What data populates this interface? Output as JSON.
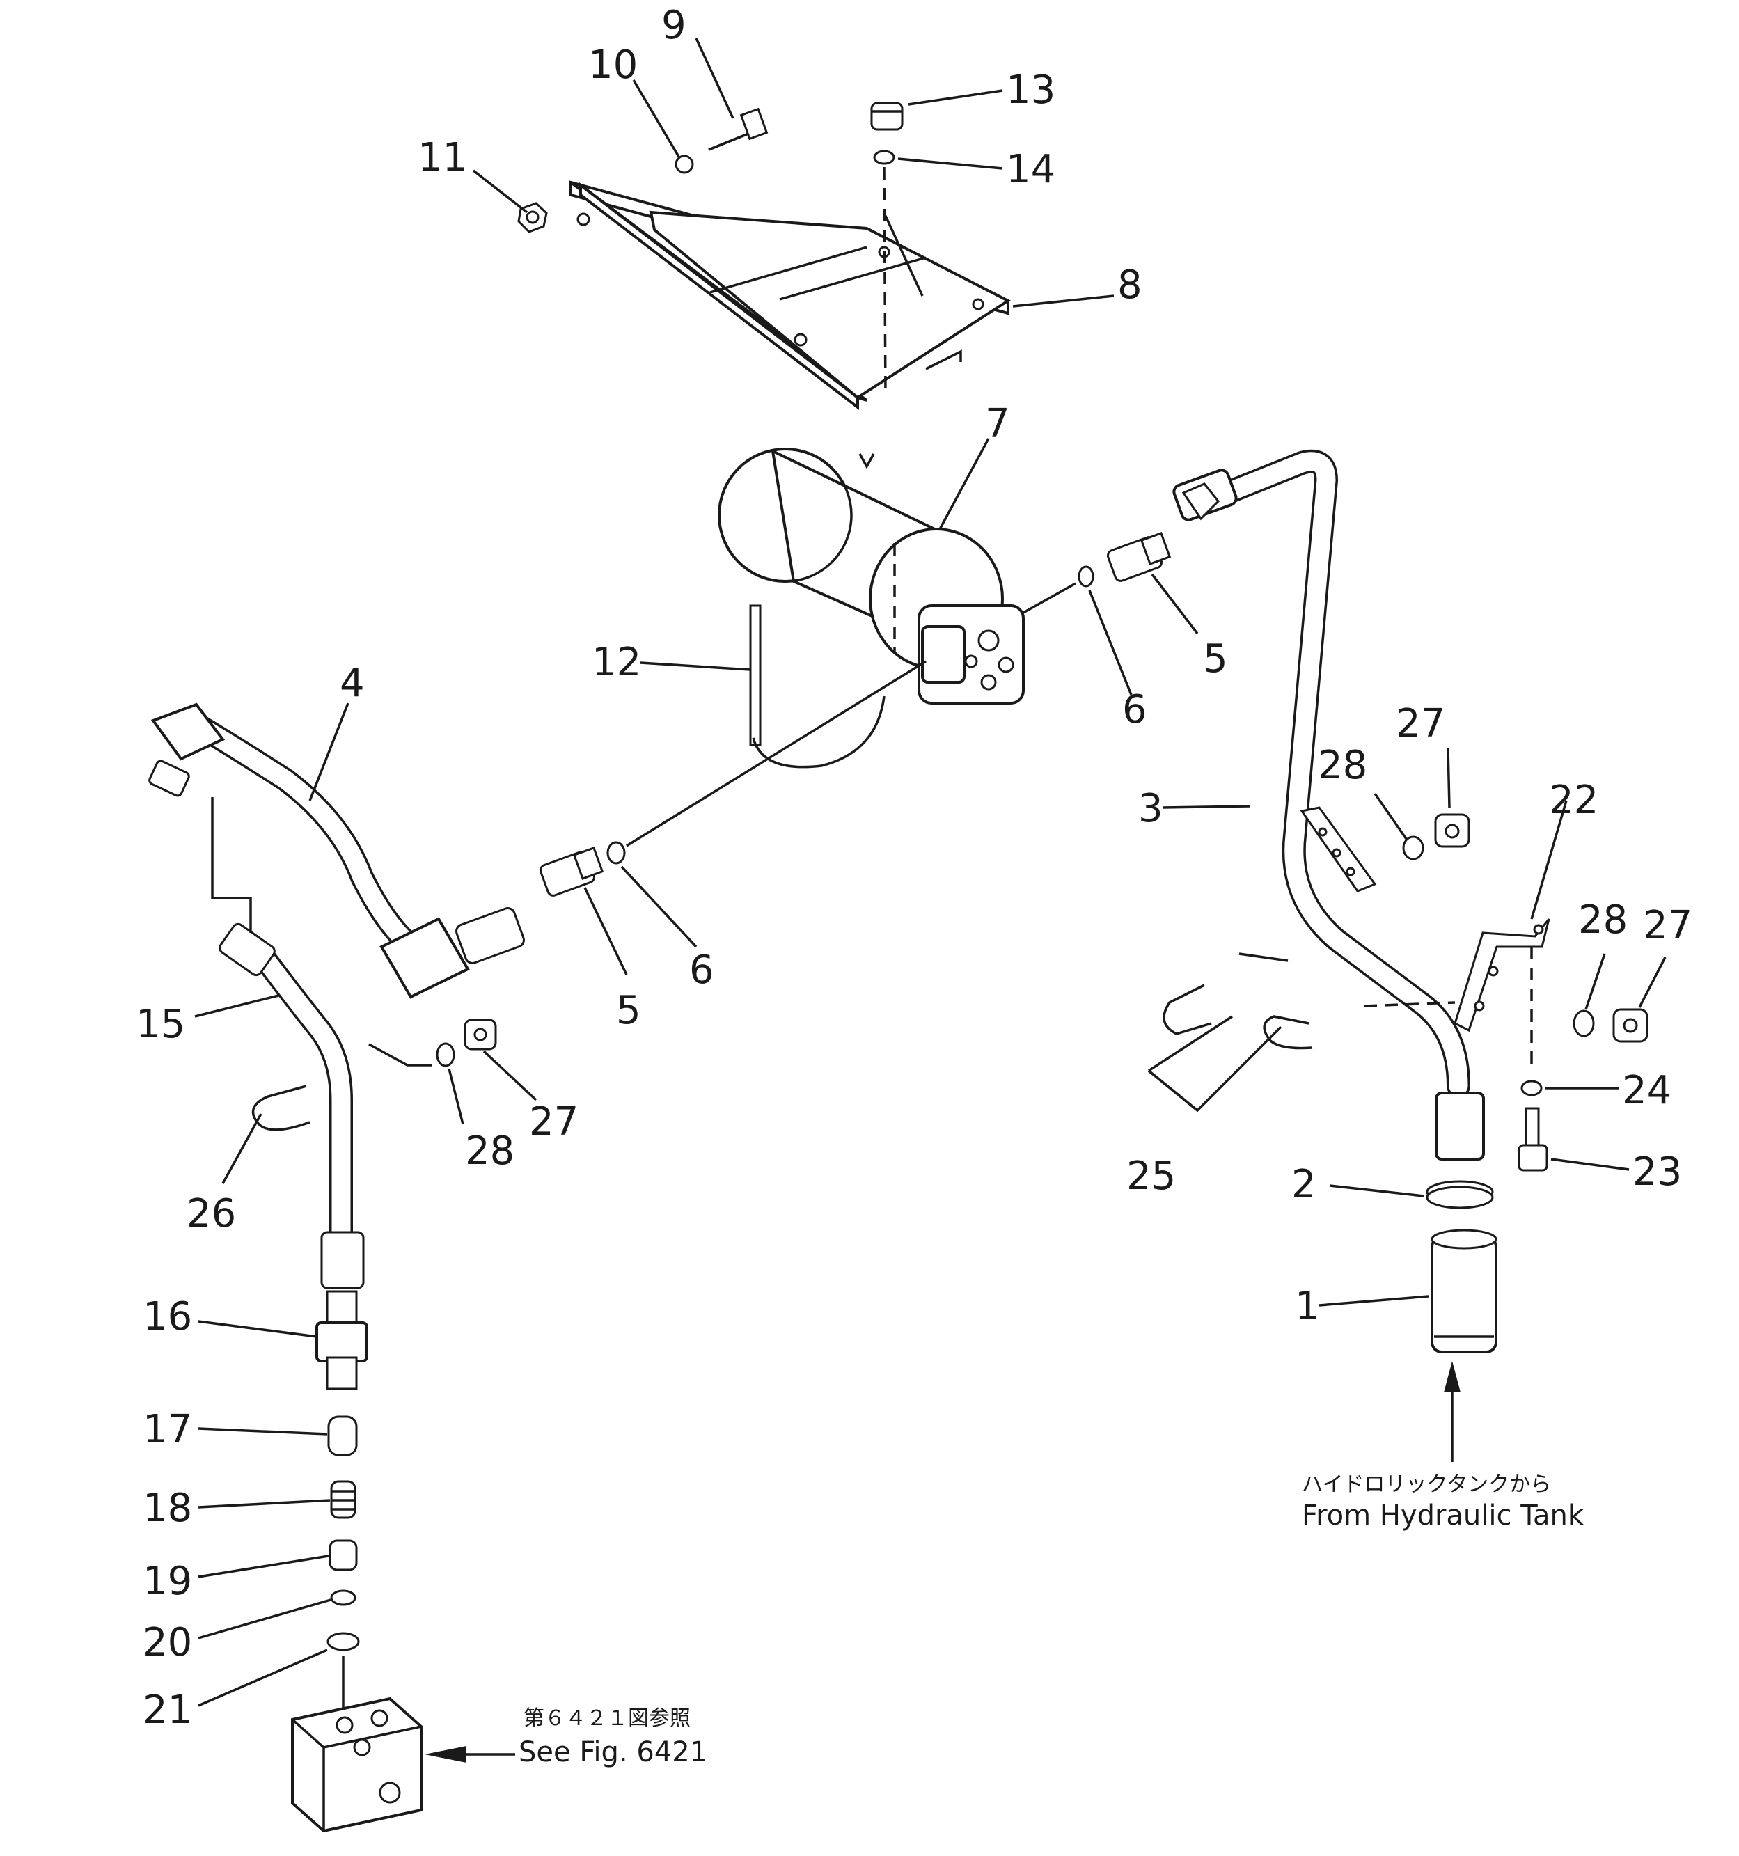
{
  "labels": {
    "p1": "1",
    "p2": "2",
    "p3": "3",
    "p4": "4",
    "p5a": "5",
    "p5b": "5",
    "p6a": "6",
    "p6b": "6",
    "p7": "7",
    "p8": "8",
    "p9": "9",
    "p10": "10",
    "p11": "11",
    "p12": "12",
    "p13": "13",
    "p14": "14",
    "p15": "15",
    "p16": "16",
    "p17": "17",
    "p18": "18",
    "p19": "19",
    "p20": "20",
    "p21": "21",
    "p22": "22",
    "p23": "23",
    "p24": "24",
    "p25": "25",
    "p26": "26",
    "p27a": "27",
    "p27b": "27",
    "p27c": "27",
    "p28a": "28",
    "p28b": "28",
    "p28c": "28"
  },
  "notes": {
    "tank_jp": "ハイドロリックタンクから",
    "tank_en": "From Hydraulic Tank",
    "fig_jp": "第６４２１図参照",
    "fig_en": "See Fig. 6421"
  }
}
